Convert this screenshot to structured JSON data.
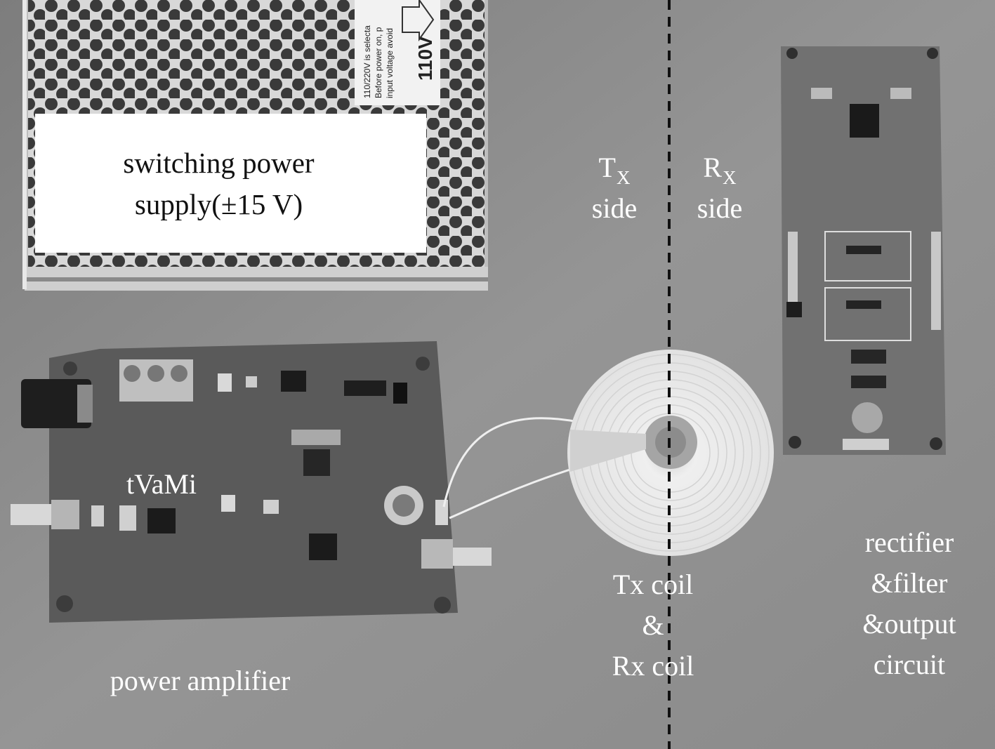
{
  "image": {
    "psu_label": [
      "switching power",
      "supply(±15 V)"
    ],
    "tx_side": {
      "main": "T",
      "sub": "X",
      "word": "side"
    },
    "rx_side": {
      "main": "R",
      "sub": "X",
      "word": "side"
    },
    "pcb_silkscreen": "tVaMi",
    "power_amplifier": "power amplifier",
    "coil_label": [
      "Tx coil",
      "&",
      "Rx coil"
    ],
    "rectifier_label": [
      "rectifier",
      "&filter",
      "&output",
      "circuit"
    ],
    "psu_sticker": {
      "voltage": "110V",
      "warning_lines": [
        "110/220V is selecta",
        "Before power on, p",
        "input voltage avoid"
      ]
    }
  },
  "colors": {
    "background": "#8f8f8f",
    "pcb": "#5c5c5c",
    "coil": "#e6e6e6",
    "divider": "#111111"
  }
}
